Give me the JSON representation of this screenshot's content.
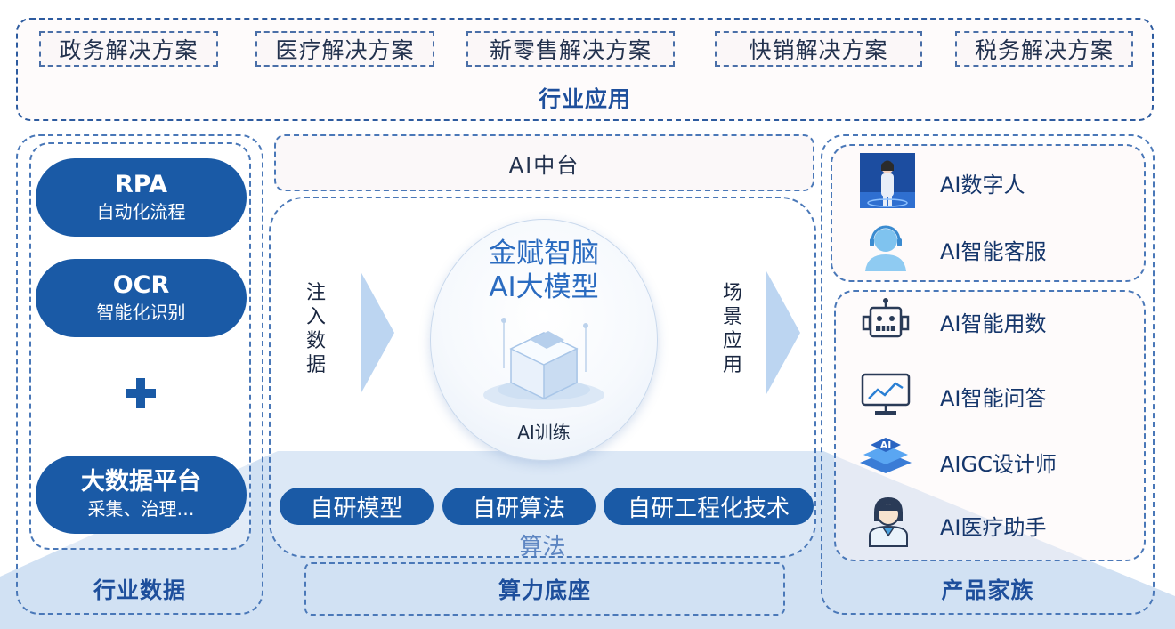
{
  "industry_app": {
    "solutions": [
      "政务解决方案",
      "医疗解决方案",
      "新零售解决方案",
      "快销解决方案",
      "税务解决方案"
    ],
    "title": "行业应用"
  },
  "industry_data": {
    "rpa": {
      "title": "RPA",
      "subtitle": "自动化流程"
    },
    "ocr": {
      "title": "OCR",
      "subtitle": "智能化识别"
    },
    "bigdata": {
      "title": "大数据平台",
      "subtitle": "采集、治理…"
    },
    "plus": "+",
    "title": "行业数据"
  },
  "ai_platform": {
    "title": "AI中台",
    "left_label": [
      "注",
      "入",
      "数",
      "据"
    ],
    "right_label": [
      "场",
      "景",
      "应",
      "用"
    ],
    "core_line1": "金赋智脑",
    "core_line2": "AI大模型",
    "core_caption": "AI训练",
    "algorithms": [
      "自研模型",
      "自研算法",
      "自研工程化技术"
    ],
    "algorithm_title": "算法"
  },
  "compute": {
    "title": "算力底座"
  },
  "products": {
    "items": [
      {
        "label": "AI数字人",
        "icon": "digital-human-icon"
      },
      {
        "label": "AI智能客服",
        "icon": "headset-agent-icon"
      },
      {
        "label": "AI智能用数",
        "icon": "robot-icon"
      },
      {
        "label": "AI智能问答",
        "icon": "monitor-chart-icon"
      },
      {
        "label": "AIGC设计师",
        "icon": "ai-chip-icon"
      },
      {
        "label": "AI医疗助手",
        "icon": "doctor-icon"
      }
    ],
    "title": "产品家族"
  },
  "colors": {
    "primary": "#1a5aa6",
    "title_blue": "#1e4f9c",
    "dash": "#2d5b9f",
    "light_blue": "#b9d3ee"
  }
}
